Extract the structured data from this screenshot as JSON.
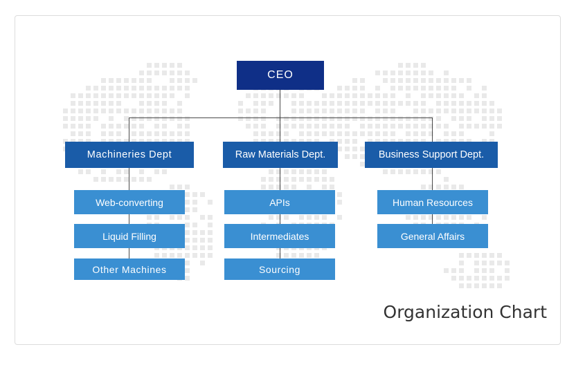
{
  "title": "Organization Chart",
  "colors": {
    "root": "#0f2f87",
    "dept": "#1a5ca8",
    "sub": "#3a8fd2",
    "connector": "#4a4a4a",
    "map_dots": "#e9e9e9"
  },
  "org": {
    "root": "CEO",
    "departments": [
      {
        "label": "Machineries Dept",
        "units": [
          "Web-converting",
          "Liquid Filling",
          "Other Machines"
        ]
      },
      {
        "label": "Raw Materials Dept.",
        "units": [
          "APIs",
          "Intermediates",
          "Sourcing"
        ]
      },
      {
        "label": "Business Support Dept.",
        "units": [
          "Human Resources",
          "General Affairs"
        ]
      }
    ]
  }
}
